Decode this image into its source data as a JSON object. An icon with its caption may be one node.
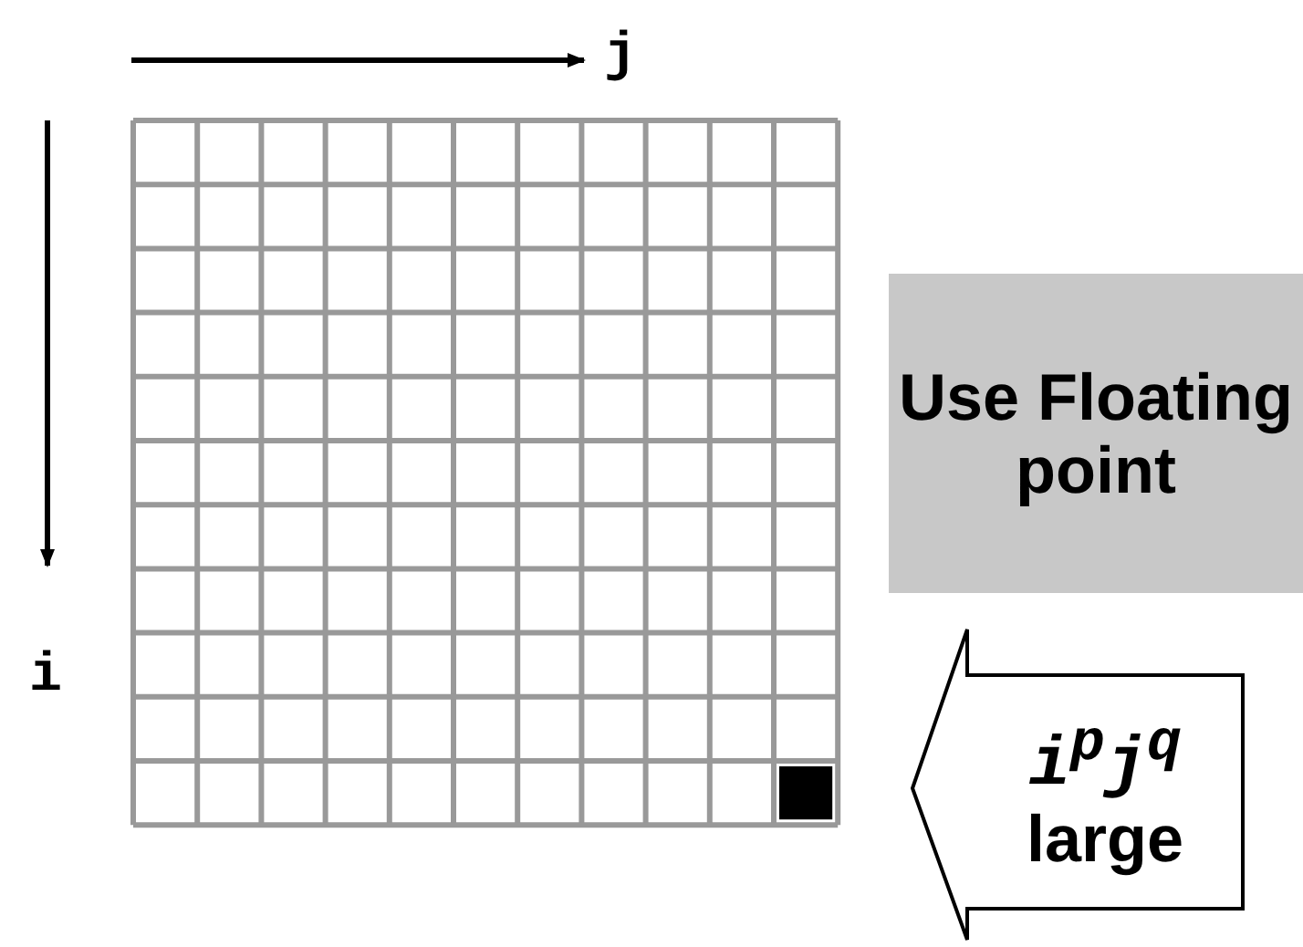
{
  "diagram": {
    "nodes": [
      {
        "text": [
          "Use Floating point"
        ]
      },
      {
        "text": [
          "i$^{p}$j$^{q}$",
          "large"
        ]
      }
    ],
    "labels": [
      "j",
      "i"
    ]
  }
}
